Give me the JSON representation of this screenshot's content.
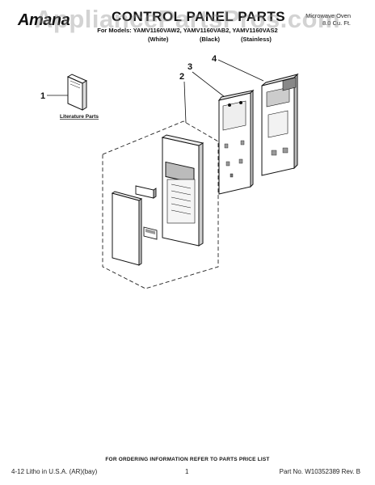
{
  "header": {
    "brand": "Amana",
    "title": "CONTROL PANEL PARTS",
    "appliance_line1": "Microwave Oven",
    "appliance_line2": "8.0 Cu. Ft.",
    "models": "For Models: YAMV1160VAW2, YAMV1160VAB2, YAMV1160VAS2",
    "variant_white": "(White)",
    "variant_black": "(Black)",
    "variant_stainless": "(Stainless)"
  },
  "diagram": {
    "callouts": [
      "1",
      "2",
      "3",
      "4"
    ],
    "literature_label": "Literature Parts"
  },
  "footer": {
    "note": "FOR ORDERING INFORMATION REFER TO PARTS PRICE LIST",
    "litho": "4-12 Litho in U.S.A. (AR)(bay)",
    "page": "1",
    "part_no": "Part No. W10352389 Rev. B"
  },
  "watermark": "AppliancePartsPros.com"
}
